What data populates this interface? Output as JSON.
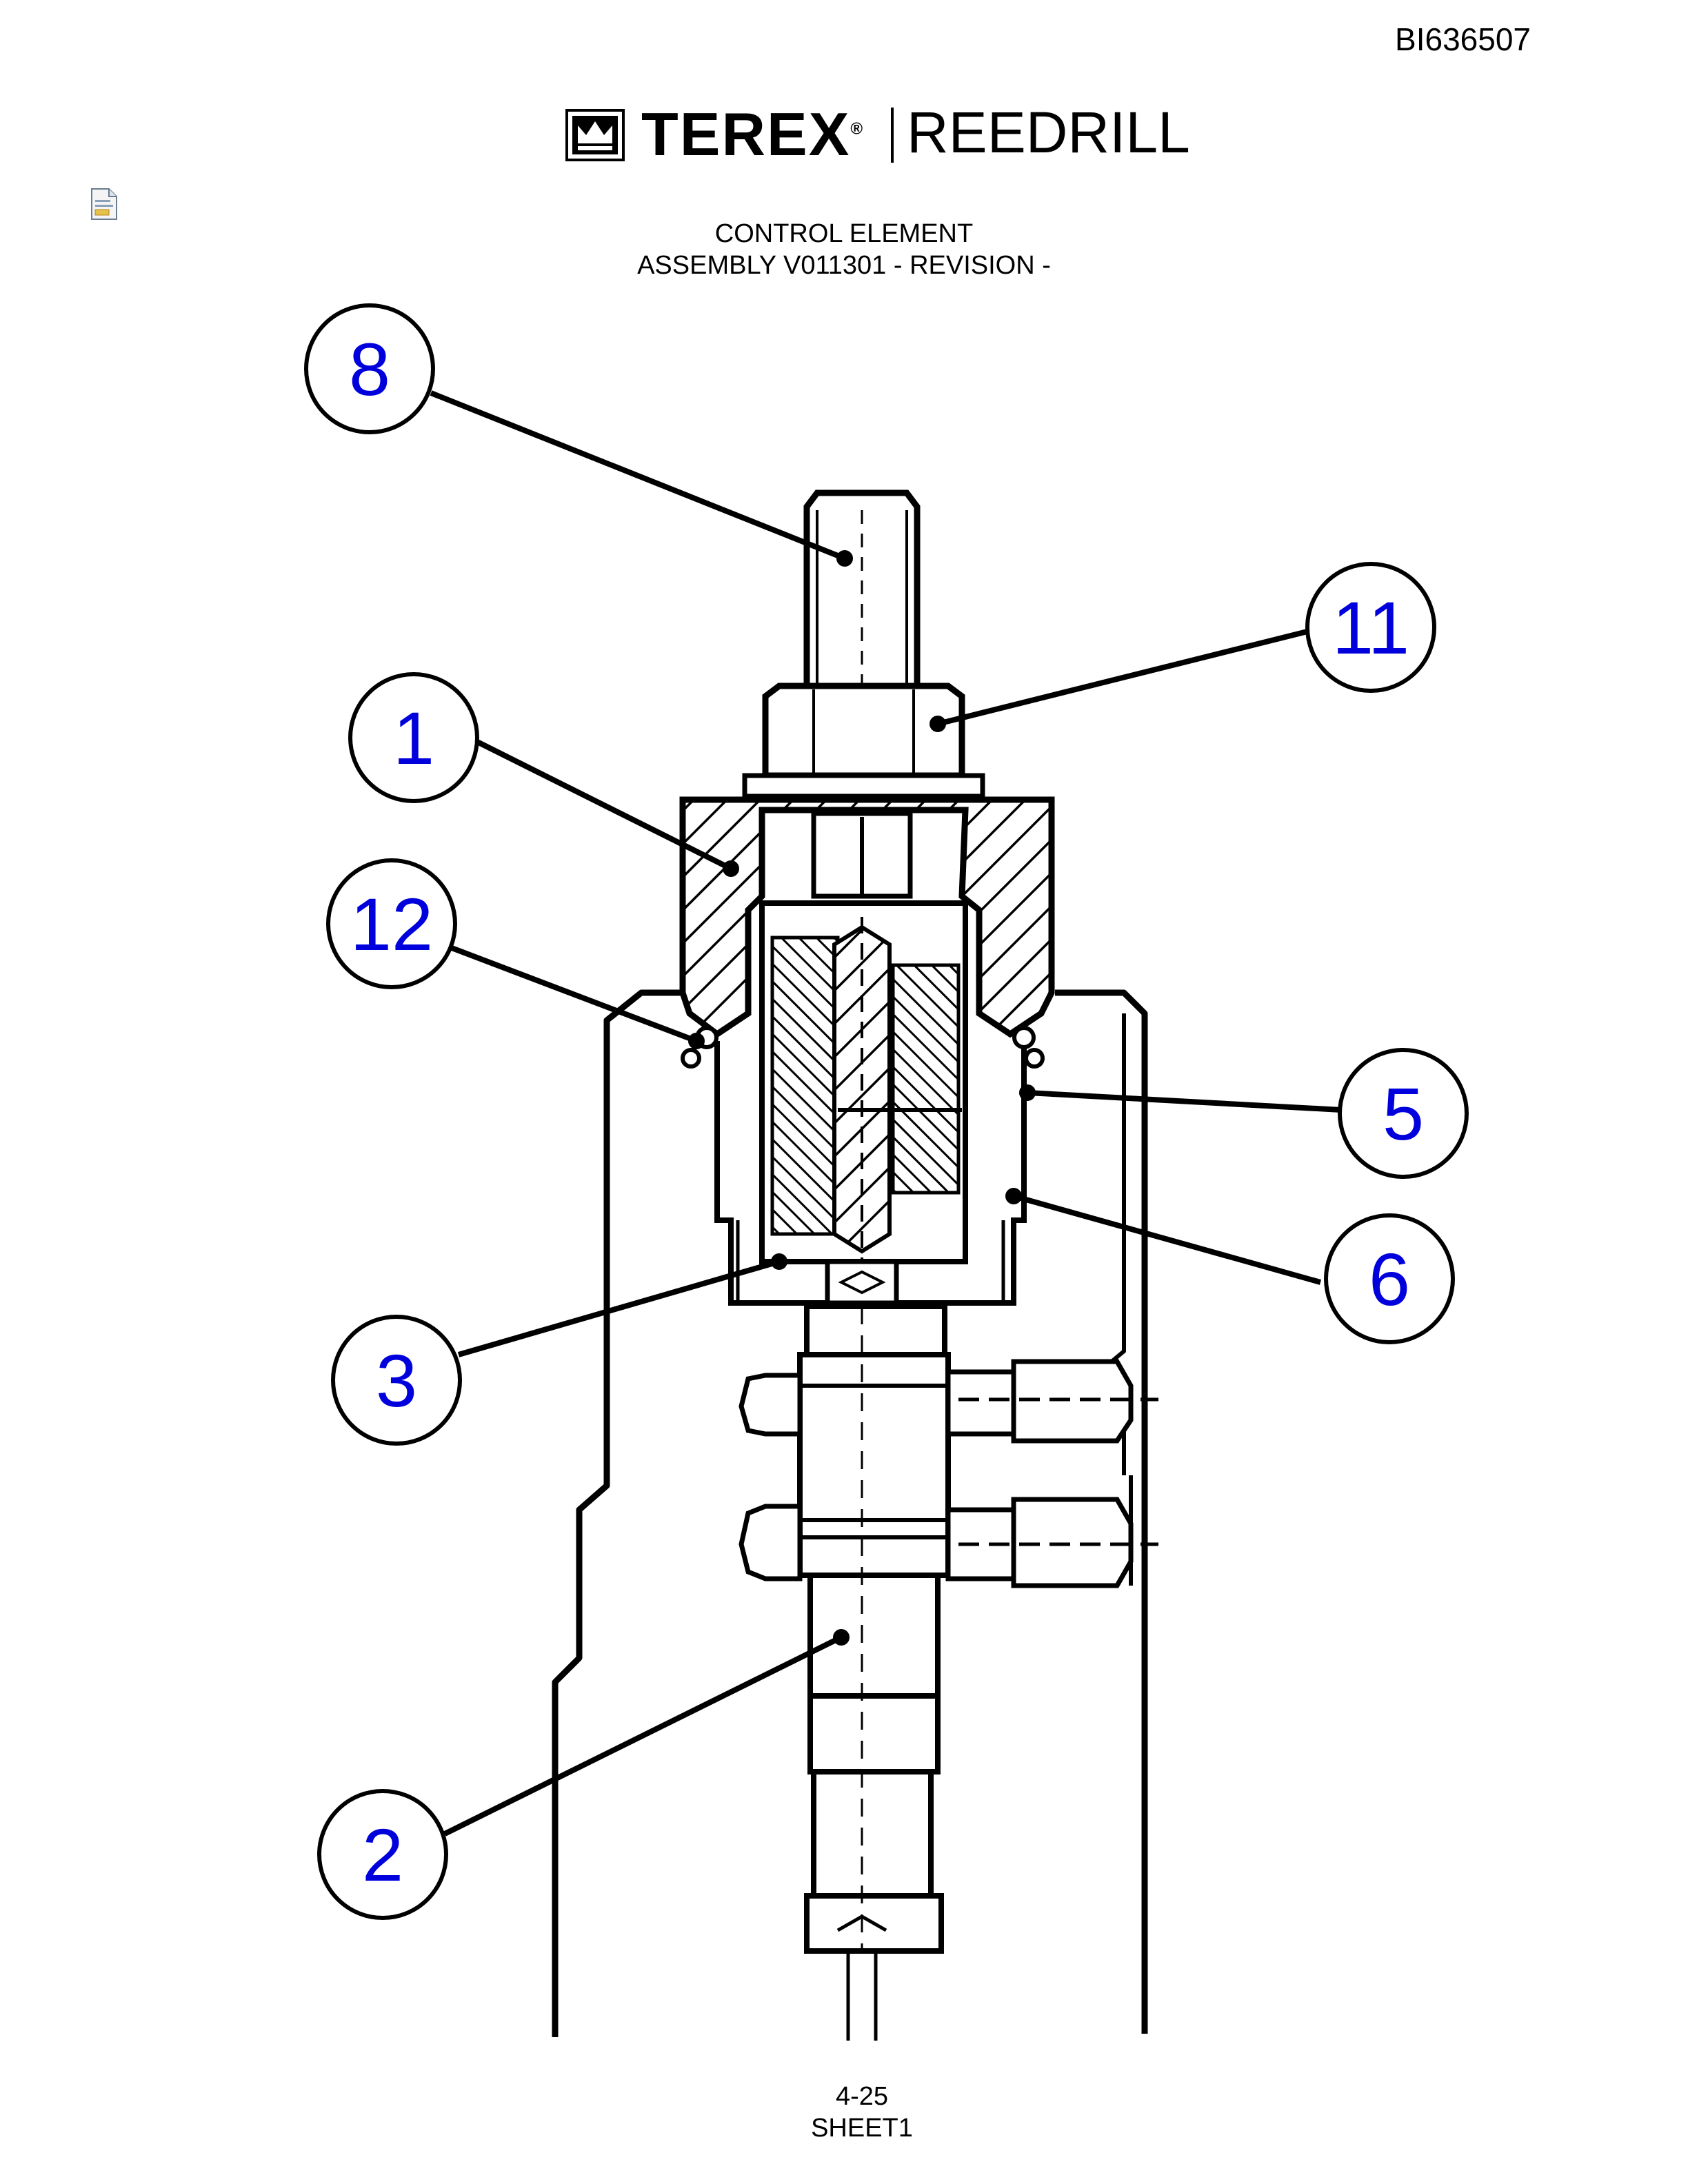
{
  "document_id": "BI636507",
  "brand": {
    "name": "TEREX",
    "registered": "®",
    "product": "REEDRILL",
    "logo_icon": "crown-logo-icon"
  },
  "attachment_icon": "file-attachment-icon",
  "title": {
    "line1": "CONTROL ELEMENT",
    "line2": "ASSEMBLY V011301 - REVISION -"
  },
  "callouts": [
    {
      "label": "8"
    },
    {
      "label": "11"
    },
    {
      "label": "1"
    },
    {
      "label": "12"
    },
    {
      "label": "5"
    },
    {
      "label": "6"
    },
    {
      "label": "3"
    },
    {
      "label": "2"
    }
  ],
  "footer": {
    "page": "4-25",
    "sheet": "SHEET1"
  },
  "colors": {
    "callout_text": "#0000dd",
    "line": "#000000",
    "background": "#ffffff"
  }
}
